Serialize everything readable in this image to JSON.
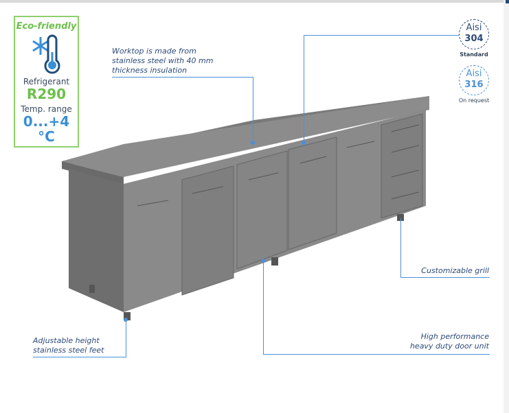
{
  "eco": {
    "title": "Eco-friendly",
    "icon": "snowflake-thermometer-icon",
    "refrigerant_label": "Refrigerant",
    "refrigerant": "R290",
    "temp_label": "Temp. range",
    "temp": "0...+4 °C"
  },
  "badges": [
    {
      "top": "Aisi",
      "num": "304",
      "caption": "Standard",
      "color": "#2c4a78"
    },
    {
      "top": "Aisi",
      "num": "316",
      "caption": "On request",
      "color": "#4a90d9"
    }
  ],
  "notes": {
    "worktop": [
      "Worktop is made from",
      "stainless steel with 40 mm",
      "thickness insulation"
    ],
    "grill": "Customizable grill",
    "feet": [
      "Adjustable height",
      "stainless steel feet"
    ],
    "unit": [
      "High performance",
      "heavy duty door unit"
    ]
  },
  "colors": {
    "green": "#6cc04a",
    "blue": "#4a90d9",
    "navy": "#2c4a78"
  }
}
